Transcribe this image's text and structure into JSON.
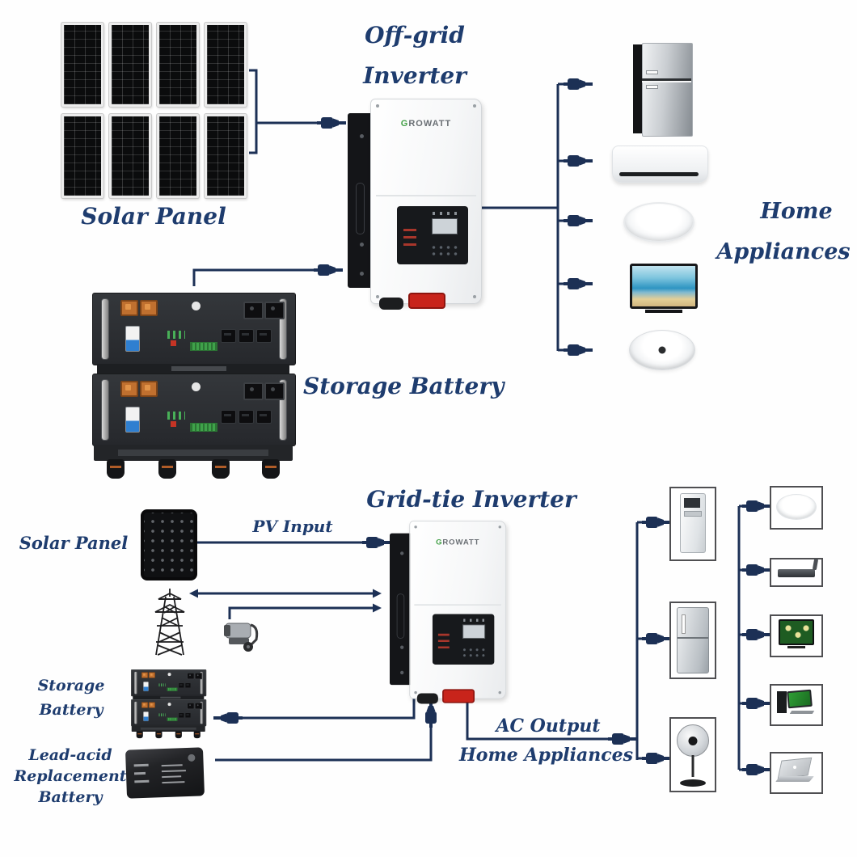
{
  "colors": {
    "label_text": "#1e3c6e",
    "wire": "#1c3055",
    "growatt_green": "#43a047",
    "inverter_body": "#f6f7f8",
    "battery_body": "#2b2e32"
  },
  "off_grid_system": {
    "title_line1": "Off-grid",
    "title_line2": "Inverter",
    "solar_panel_label": "Solar Panel",
    "solar_panel_count": 8,
    "storage_battery_label": "Storage Battery",
    "home_appliances_label_line1": "Home",
    "home_appliances_label_line2": "Appliances",
    "inverter_brand_initial": "G",
    "inverter_brand_rest": "ROWATT",
    "appliance_icons": [
      "refrigerator-icon",
      "air-conditioner-icon",
      "ceiling-light-icon",
      "tv-icon",
      "ceiling-fan-icon"
    ]
  },
  "grid_tie_system": {
    "title": "Grid-tie Inverter",
    "solar_panel_label": "Solar Panel",
    "pv_input_label": "PV Input",
    "storage_battery_label_line1": "Storage",
    "storage_battery_label_line2": "Battery",
    "lead_acid_label_line1": "Lead-acid",
    "lead_acid_label_line2": "Replacement",
    "lead_acid_label_line3": "Battery",
    "ac_output_label": "AC Output",
    "home_appliances_label": "Home Appliances",
    "inverter_brand_initial": "G",
    "inverter_brand_rest": "ROWATT",
    "input_icons": [
      "solar-panel-icon",
      "power-grid-tower-icon",
      "generator-icon"
    ],
    "appliance_icons_left": [
      "water-dispenser-icon",
      "refrigerator-icon",
      "stand-fan-icon"
    ],
    "appliance_icons_right": [
      "ceiling-light-icon",
      "dvd-player-icon",
      "tv-icon",
      "desktop-computer-icon",
      "laptop-icon"
    ]
  }
}
